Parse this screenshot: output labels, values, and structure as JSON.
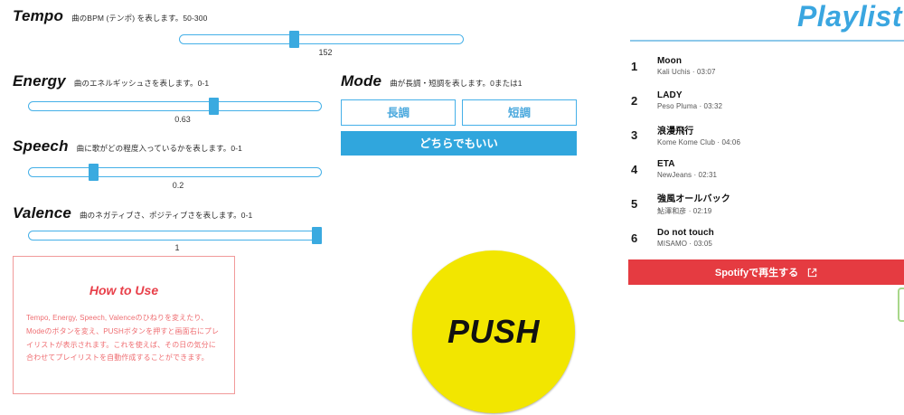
{
  "params": {
    "tempo": {
      "name": "Tempo",
      "desc": "曲のBPM (テンポ) を表します。50-300",
      "value": "152",
      "min": 50,
      "max": 300,
      "percent": 40
    },
    "energy": {
      "name": "Energy",
      "desc": "曲のエネルギッシュさを表します。0-1",
      "value": "0.63",
      "min": 0,
      "max": 1,
      "percent": 63
    },
    "speech": {
      "name": "Speech",
      "desc": "曲に歌がどの程度入っているかを表します。0-1",
      "value": "0.2",
      "min": 0,
      "max": 1,
      "percent": 20
    },
    "valence": {
      "name": "Valence",
      "desc": "曲のネガティブさ、ポジティブさを表します。0-1",
      "value": "1",
      "min": 0,
      "max": 1,
      "percent": 100
    }
  },
  "mode": {
    "name": "Mode",
    "desc": "曲が長調・短調を表します。0または1",
    "major_label": "長調",
    "minor_label": "短調",
    "any_label": "どちらでもいい",
    "selected": "any",
    "accent_color": "#30a6dd"
  },
  "howto": {
    "title": "How to Use",
    "body": "Tempo, Energy, Speech, Valenceのひねりを変えたり、Modeのボタンを変え、PUSHボタンを押すと画面右にプレイリストが表示されます。これを使えば、その日の気分に合わせてプレイリストを自動作成することができます。",
    "border_color": "#f19a9a",
    "text_color": "#ef6e72"
  },
  "push": {
    "label": "PUSH",
    "color": "#f2e600"
  },
  "playlist": {
    "title": "Playlist",
    "title_color": "#3aa6e0",
    "tracks": [
      {
        "num": "1",
        "title": "Moon",
        "artist": "Kali Uchis",
        "duration": "03:07",
        "meta": "Kali Uchis · 03:07"
      },
      {
        "num": "2",
        "title": "LADY",
        "artist": "Peso Pluma",
        "duration": "03:32",
        "meta": "Peso Pluma · 03:32"
      },
      {
        "num": "3",
        "title": "浪漫飛行",
        "artist": "Kome Kome Club",
        "duration": "04:06",
        "meta": "Kome Kome Club · 04:06"
      },
      {
        "num": "4",
        "title": "ETA",
        "artist": "NewJeans",
        "duration": "02:31",
        "meta": "NewJeans · 02:31"
      },
      {
        "num": "5",
        "title": "強風オールバック",
        "artist": "鮎澤和彦",
        "duration": "02:19",
        "meta": "鮎澤和彦 · 02:19"
      },
      {
        "num": "6",
        "title": "Do not touch",
        "artist": "MISAMO",
        "duration": "03:05",
        "meta": "MISAMO · 03:05"
      }
    ],
    "spotify_button": {
      "label": "Spotifyで再生する",
      "icon": "external-link-icon",
      "color": "#e53b41"
    }
  }
}
